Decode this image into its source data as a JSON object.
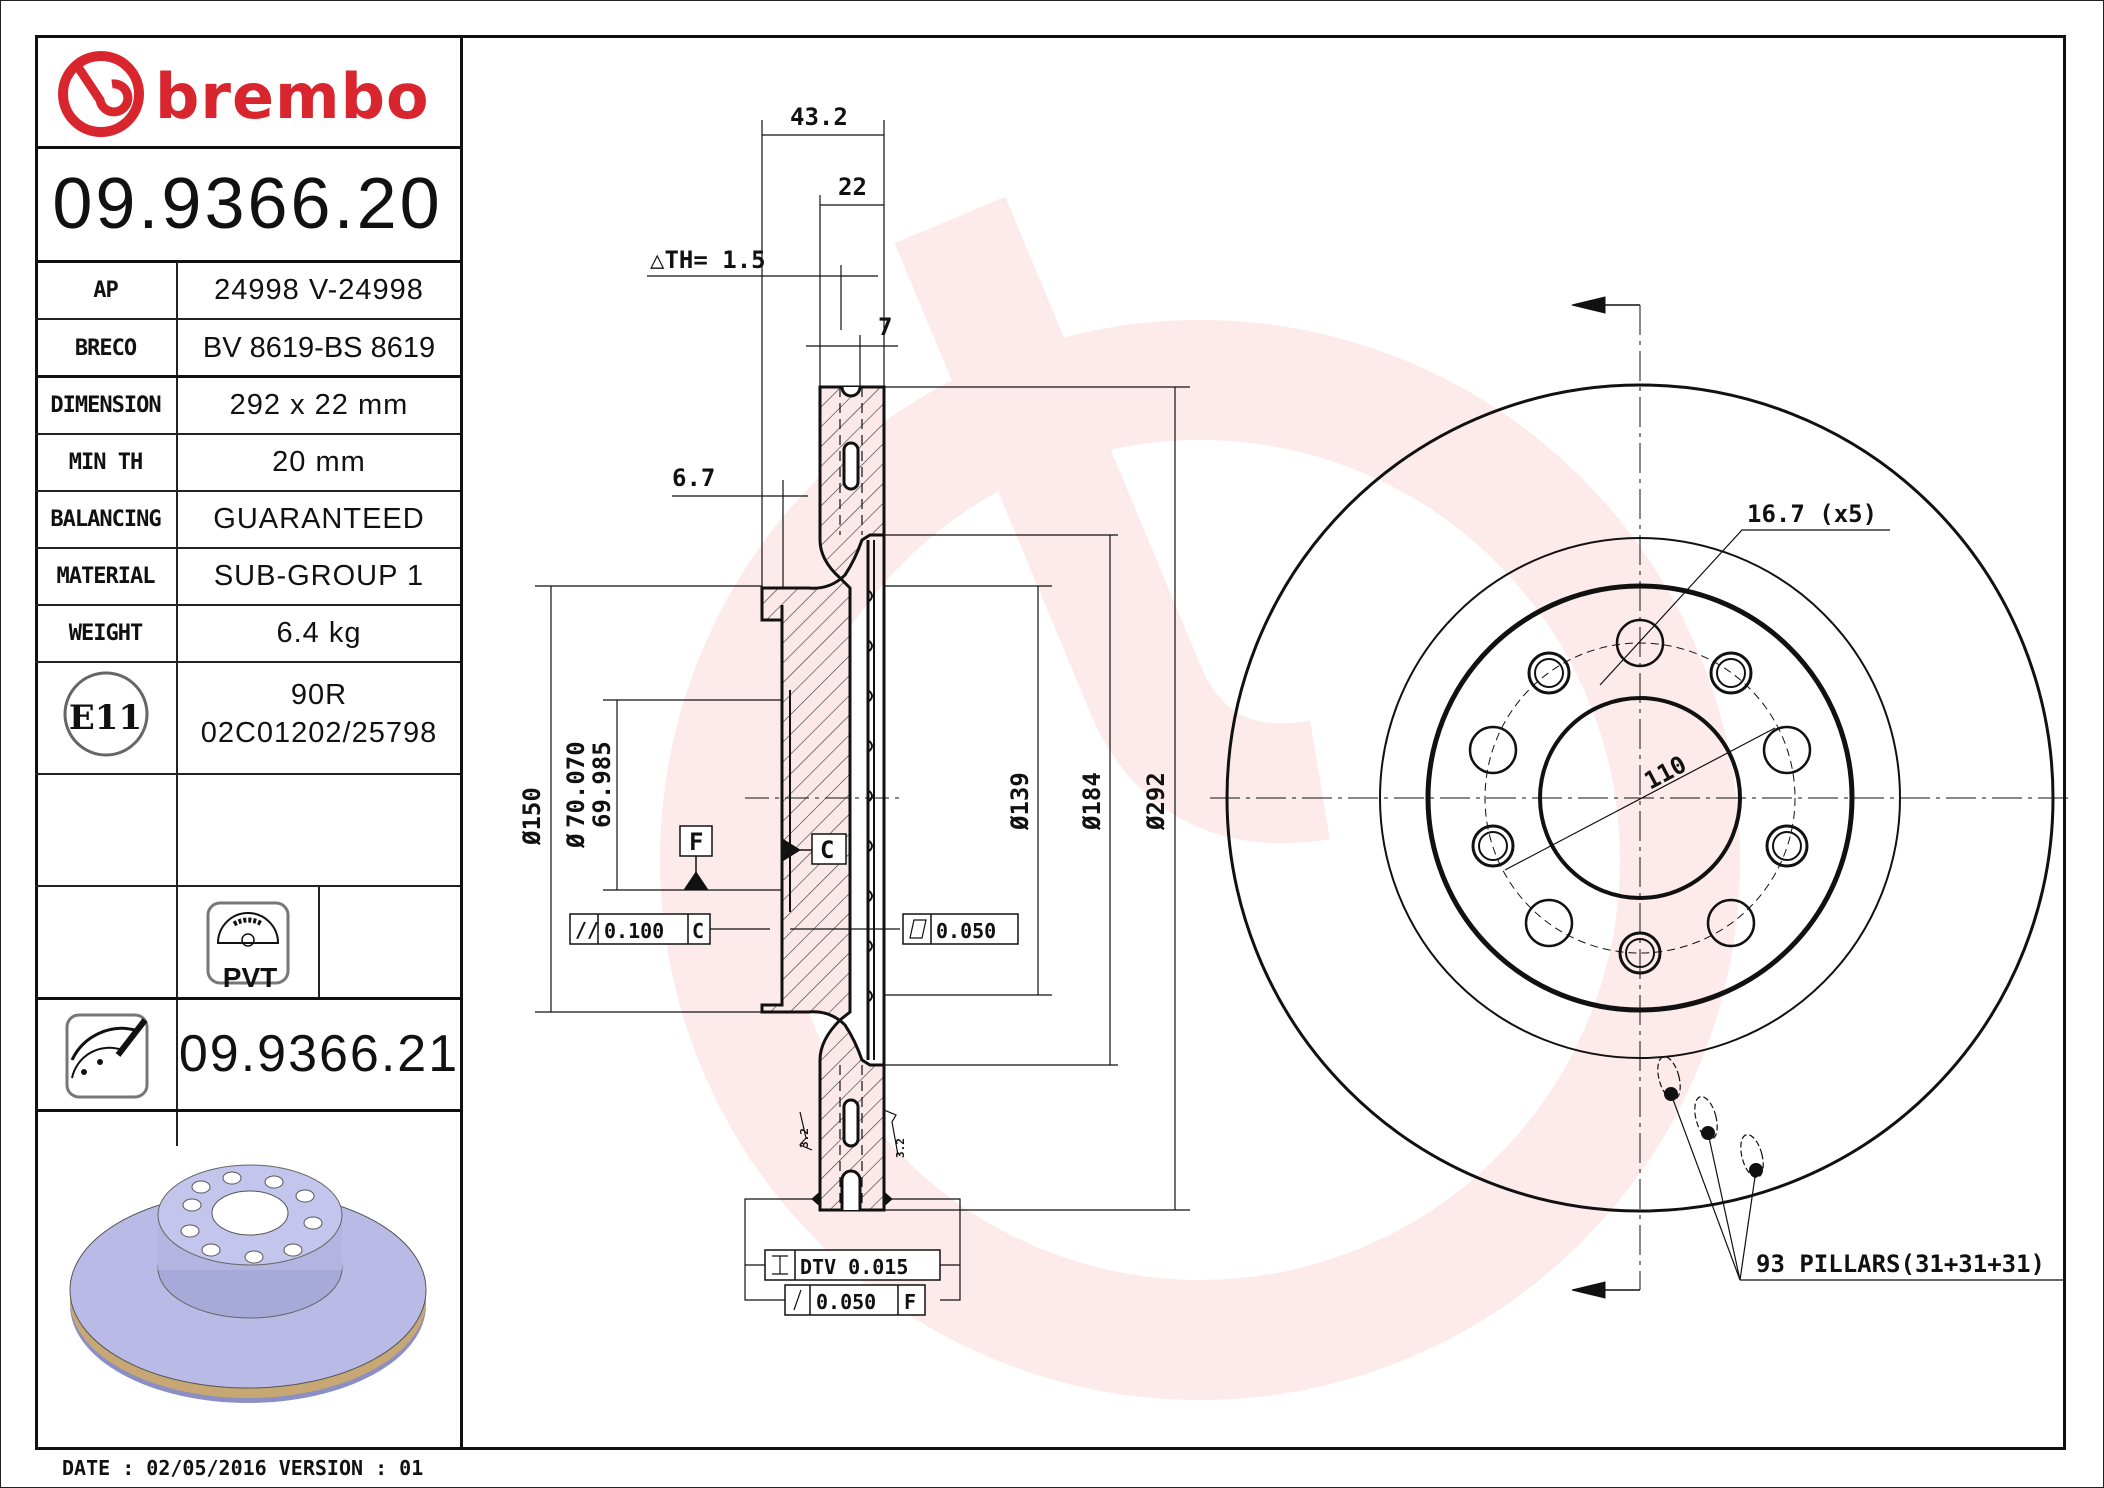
{
  "title_block": {
    "brand": "brembo",
    "brand_color": "#d9262e",
    "part_number": "09.9366.20",
    "specs": [
      {
        "label": "AP",
        "value": "24998 V-24998"
      },
      {
        "label": "BRECO",
        "value": "BV 8619-BS 8619"
      },
      {
        "label": "DIMENSION",
        "value": "292 x 22 mm"
      },
      {
        "label": "MIN TH",
        "value": "20 mm"
      },
      {
        "label": "BALANCING",
        "value": "GUARANTEED"
      },
      {
        "label": "MATERIAL",
        "value": "SUB-GROUP 1"
      },
      {
        "label": "WEIGHT",
        "value": "6.4 kg"
      }
    ],
    "approval": {
      "mark": "E11",
      "line1": "90R",
      "line2": "02C01202/25798"
    },
    "pvt_badge": "PVT",
    "alt_part_number": "09.9366.21",
    "footer": "DATE : 02/05/2016 VERSION : 01"
  },
  "section_view": {
    "dims": {
      "overall_height": "43.2",
      "thickness": "22",
      "delta_th": "△TH= 1.5",
      "vane": "7",
      "hat_wall": "6.7",
      "dia_hat": "Ø150",
      "bore_max": "70.070",
      "bore_min": "69.985",
      "bore_symbol": "Ø",
      "dia_139": "Ø139",
      "dia_184": "Ø184",
      "dia_292": "Ø292"
    },
    "datums": {
      "f": "F",
      "c": "C"
    },
    "tolerances": {
      "parallelism_symbol": "//",
      "parallelism_value": "0.100",
      "parallelism_datum": "C",
      "flatness_value": "0.050",
      "dtv_label": "DTV 0.015",
      "runout_value": "0.050",
      "runout_datum": "F"
    },
    "roughness": [
      "3.2",
      "3.2"
    ]
  },
  "front_view": {
    "bolt_hole": "16.7 (x5)",
    "pcd": "110",
    "pillars": "93 PILLARS(31+31+31)"
  }
}
